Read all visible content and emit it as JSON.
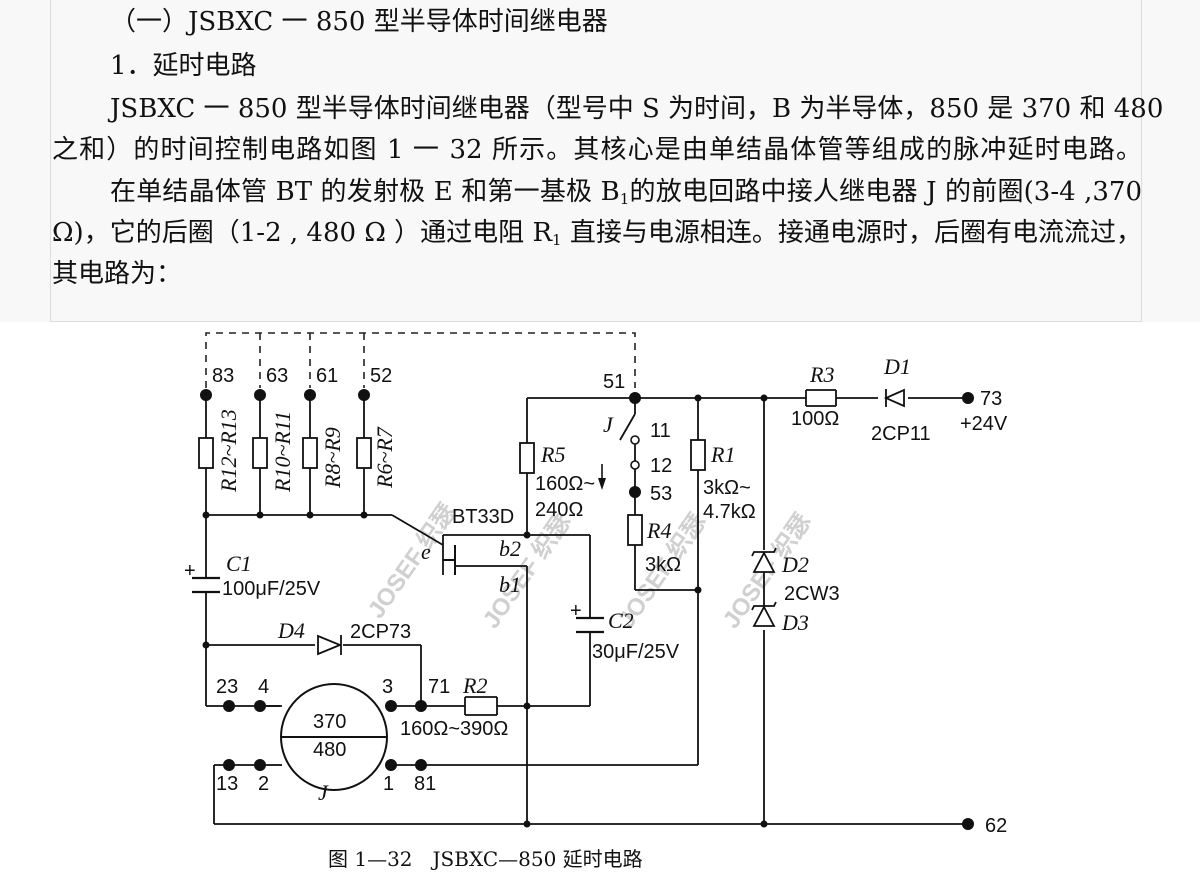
{
  "section_heading": "（一）JSBXC 一 850 型半导体时间继电器",
  "subsection_heading": "1．延时电路",
  "paragraph1": {
    "line1": "JSBXC 一 850 型半导体时间继电器（型号中 S 为时间，B 为半导体，850 是 370 和 480",
    "line2": "之和）的时间控制电路如图 1 一 32 所示。其核心是由单结晶体管等组成的脉冲延时电路。"
  },
  "paragraph2": {
    "line1": "在单结晶体管 BT 的发射极 E 和第一基极 B",
    "line1_sub": "1",
    "line1_rest": "的放电回路中接人继电器 J 的前圈(3-4 ,370",
    "line2_start": "Ω)，它的后圈（1-2 , 480 Ω ）通过电阻 R",
    "line2_sub": "1",
    "line2_rest": " 直接与电源相连。接通电源时，后圈有电流流过，",
    "line3": "其电路为："
  },
  "diagram": {
    "terminals": [
      "83",
      "63",
      "61",
      "52",
      "51",
      "11",
      "12",
      "53",
      "73",
      "23",
      "4",
      "3",
      "71",
      "13",
      "2",
      "1",
      "81",
      "62"
    ],
    "resistor_labels": [
      "R12~R13",
      "R10~R11",
      "R8~R9",
      "R6~R7"
    ],
    "r5_name": "R5",
    "r5_value_line1": "160Ω~",
    "r5_value_line2": "240Ω",
    "r1_name": "R1",
    "r1_value_line1": "3kΩ~",
    "r1_value_line2": "4.7kΩ",
    "r4_name": "R4",
    "r4_value": "3kΩ",
    "r3_name": "R3",
    "r3_value": "100Ω",
    "r2_name": "R2",
    "r2_value": "160Ω~390Ω",
    "d1_name": "D1",
    "d1_type": "2CP11",
    "supply": "+24V",
    "d2_name": "D2",
    "d3_name": "D3",
    "zener_type": "2CW3",
    "d4_name": "D4",
    "d4_type": "2CP73",
    "c1_name": "C1",
    "c1_value": "100μF/25V",
    "c2_name": "C2",
    "c2_value": "30μF/25V",
    "transistor": "BT33D",
    "emitter": "e",
    "base2": "b2",
    "base1": "b1",
    "relay_name": "J",
    "relay_coil_front": "370",
    "relay_coil_rear": "480",
    "switch_name": "J",
    "watermark": "JOSEF 织瑟"
  },
  "figure_caption": "图 1—32　JSBXC—850 延时电路"
}
